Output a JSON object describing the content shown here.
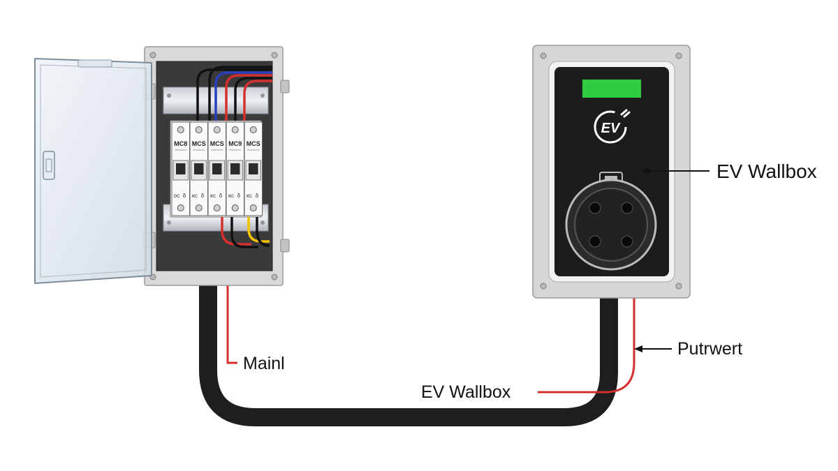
{
  "labels": {
    "wallbox_right": "EV Wallbox",
    "cable_right": "Putrwert",
    "cable_middle": "EV Wallbox",
    "main_left": "Mainl"
  },
  "panel": {
    "breakers": [
      {
        "top": "MC8",
        "bottom_left": "oc",
        "bottom_right": "δ"
      },
      {
        "top": "MCS",
        "bottom_left": "κc",
        "bottom_right": "δ"
      },
      {
        "top": "MCS",
        "bottom_left": "κc",
        "bottom_right": "δ"
      },
      {
        "top": "MC9",
        "bottom_left": "κc",
        "bottom_right": "δ"
      },
      {
        "top": "MCS",
        "bottom_left": "κc",
        "bottom_right": "δ"
      }
    ]
  },
  "wallbox": {
    "logo_text": "EV"
  },
  "colors": {
    "cable": "#1e1e1e",
    "red_wire": "#d32f2f",
    "blue_wire": "#2a3fc0",
    "yellow_wire": "#f2c200",
    "status_led": "#2ecc40",
    "enclosure": "#d6d6d6",
    "wallbox_face": "#1c1c1c"
  }
}
